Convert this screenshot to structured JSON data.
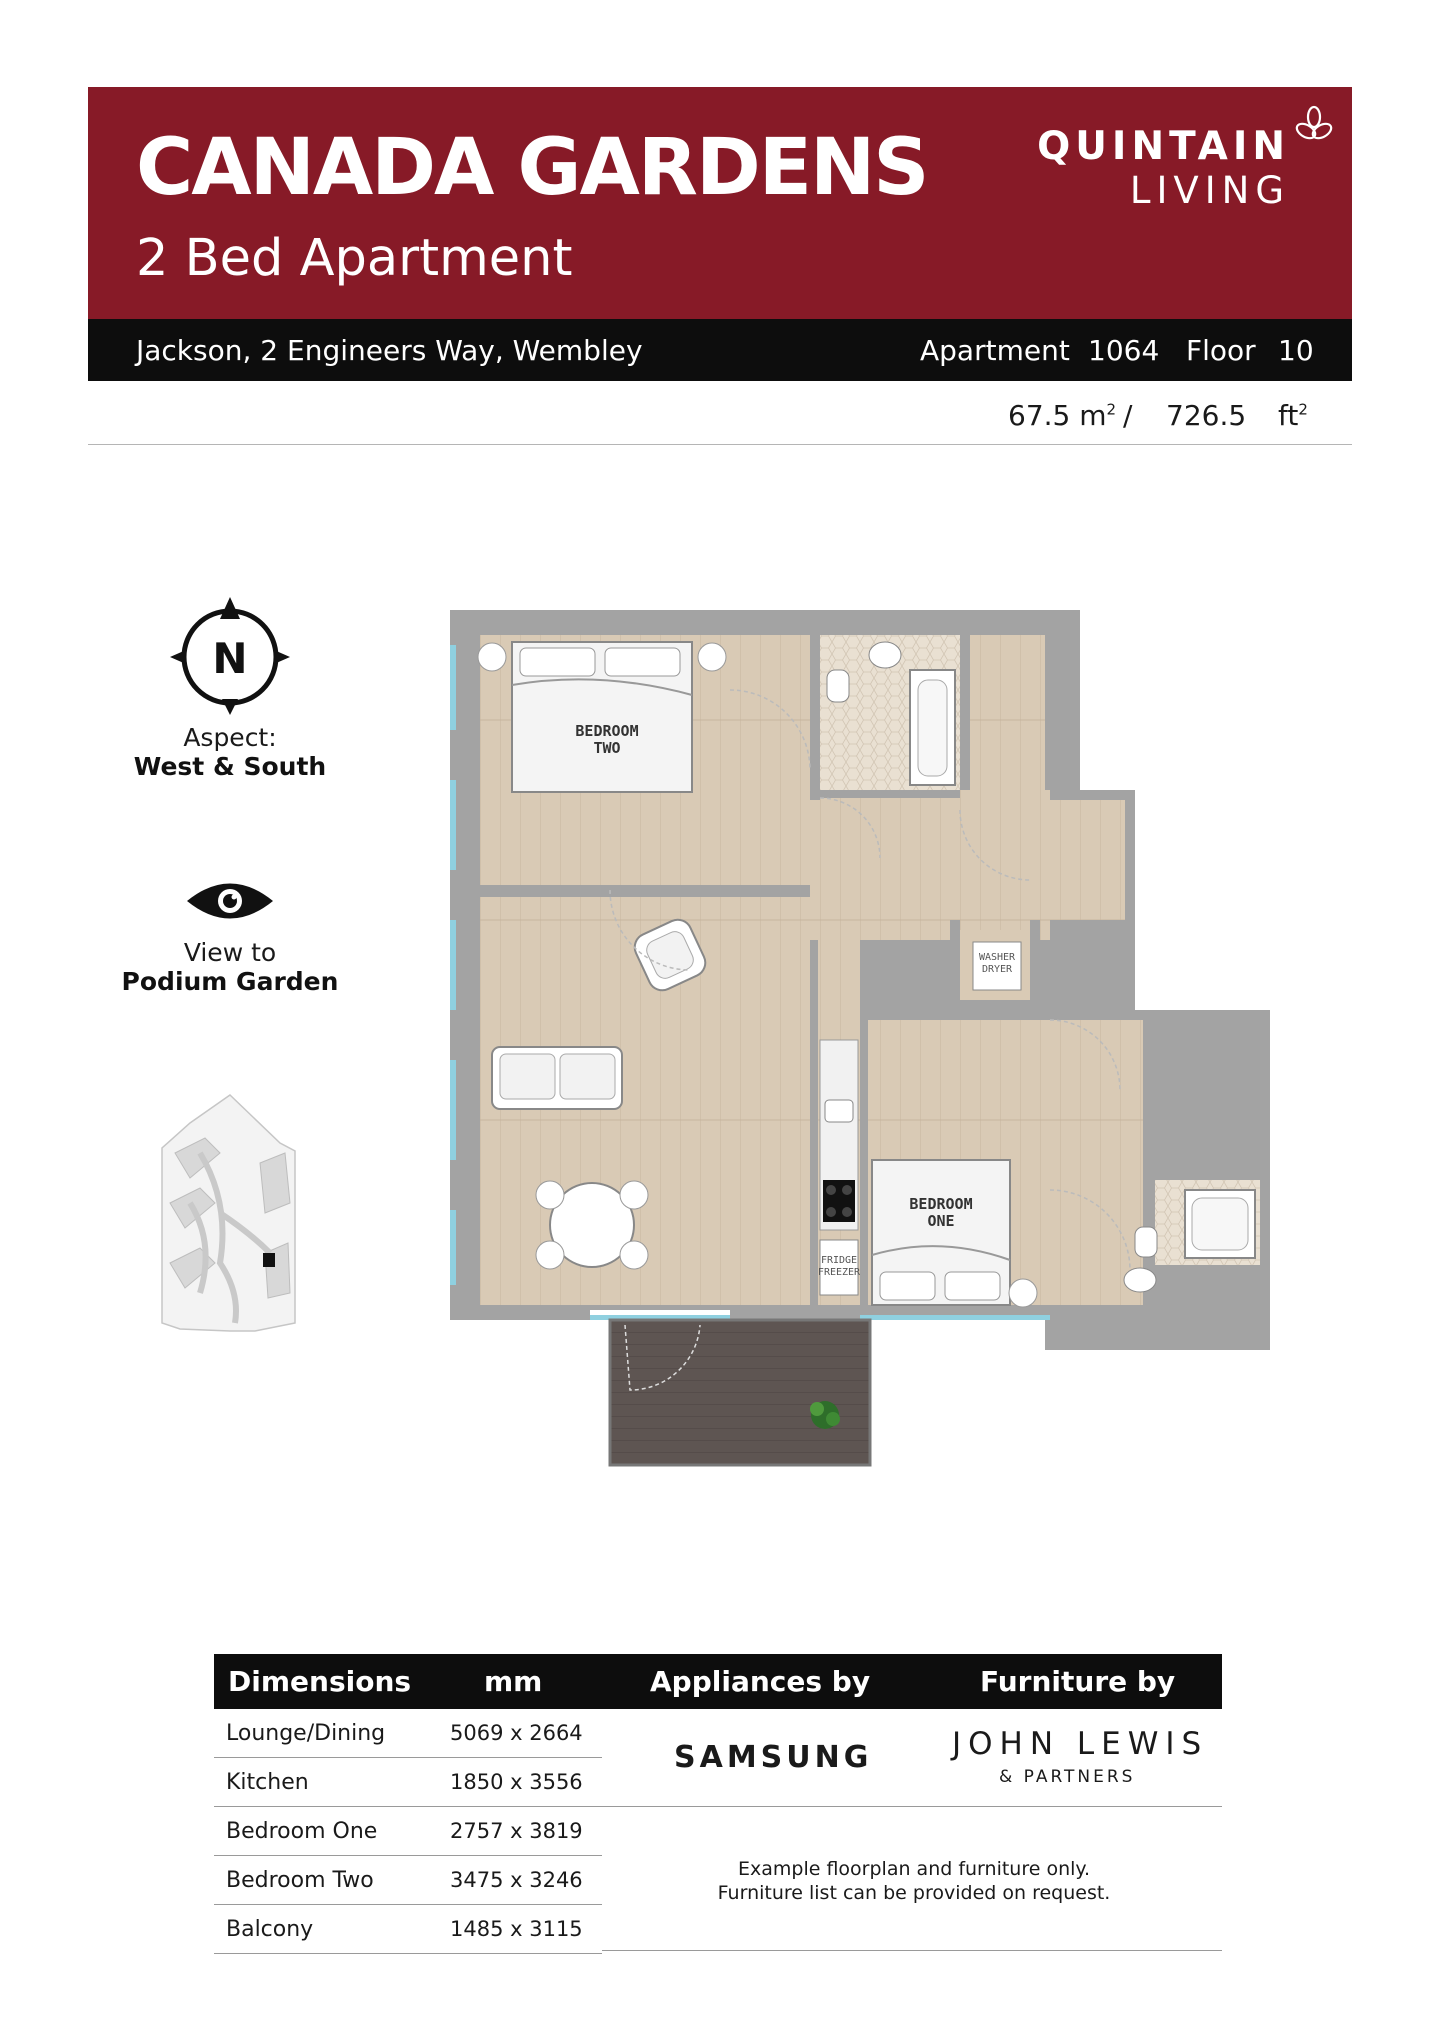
{
  "header": {
    "title": "CANADA GARDENS",
    "subtitle": "2 Bed Apartment",
    "brand_top": "QUINTAIN",
    "brand_bottom": "LIVING",
    "brand_color": "#871a27"
  },
  "infobar": {
    "address": "Jackson, 2 Engineers Way, Wembley",
    "apartment_label": "Apartment",
    "apartment_number": "1064",
    "floor_label": "Floor",
    "floor_number": "10"
  },
  "area": {
    "sqm_value": "67.5",
    "sqm_unit": "m",
    "sqm_sup": "2",
    "separator": "/",
    "sqft_value": "726.5",
    "sqft_unit": "ft",
    "sqft_sup": "2"
  },
  "aspect": {
    "compass_letter": "N",
    "label": "Aspect:",
    "value": "West & South",
    "icon": "compass-icon"
  },
  "view": {
    "label": "View to",
    "value": "Podium Garden",
    "icon": "eye-icon"
  },
  "floorplan": {
    "bedroom_two_line1": "BEDROOM",
    "bedroom_two_line2": "TWO",
    "bedroom_one_line1": "BEDROOM",
    "bedroom_one_line2": "ONE",
    "washer_line1": "WASHER",
    "washer_line2": "DRYER",
    "fridge_line1": "FRIDGE",
    "fridge_line2": "FREEZER",
    "floor_color": "#d9cab5",
    "wall_color": "#a3a3a3",
    "tile_color": "#e9e0d2",
    "balcony_color": "#5e5552",
    "glass_color": "#8fd0e0"
  },
  "dimensions": {
    "headers": [
      "Dimensions",
      "mm",
      "Appliances by",
      "Furniture by"
    ],
    "rows": [
      {
        "room": "Lounge/Dining",
        "size": "5069 x 2664"
      },
      {
        "room": "Kitchen",
        "size": "1850 x 3556"
      },
      {
        "room": "Bedroom One",
        "size": "2757 x 3819"
      },
      {
        "room": "Bedroom Two",
        "size": "3475 x 3246"
      },
      {
        "room": "Balcony",
        "size": "1485 x 3115"
      }
    ],
    "appliances_brand": "SAMSUNG",
    "furniture_brand_top": "JOHN LEWIS",
    "furniture_brand_bottom": "& PARTNERS",
    "note_line1": "Example floorplan and furniture only.",
    "note_line2": "Furniture list can be provided on request."
  }
}
